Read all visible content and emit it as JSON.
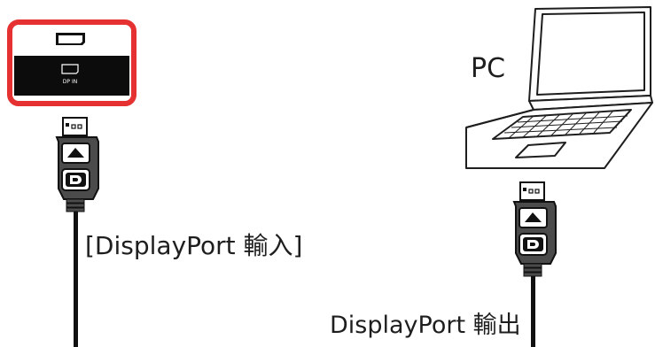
{
  "port_panel": {
    "port_label": "DP IN",
    "highlight_color": "#e53131"
  },
  "labels": {
    "pc": "PC",
    "input": "[DisplayPort 輸入]",
    "output": "DisplayPort 輸出"
  },
  "icons": [
    "displayport-connector-icon",
    "laptop-icon"
  ]
}
